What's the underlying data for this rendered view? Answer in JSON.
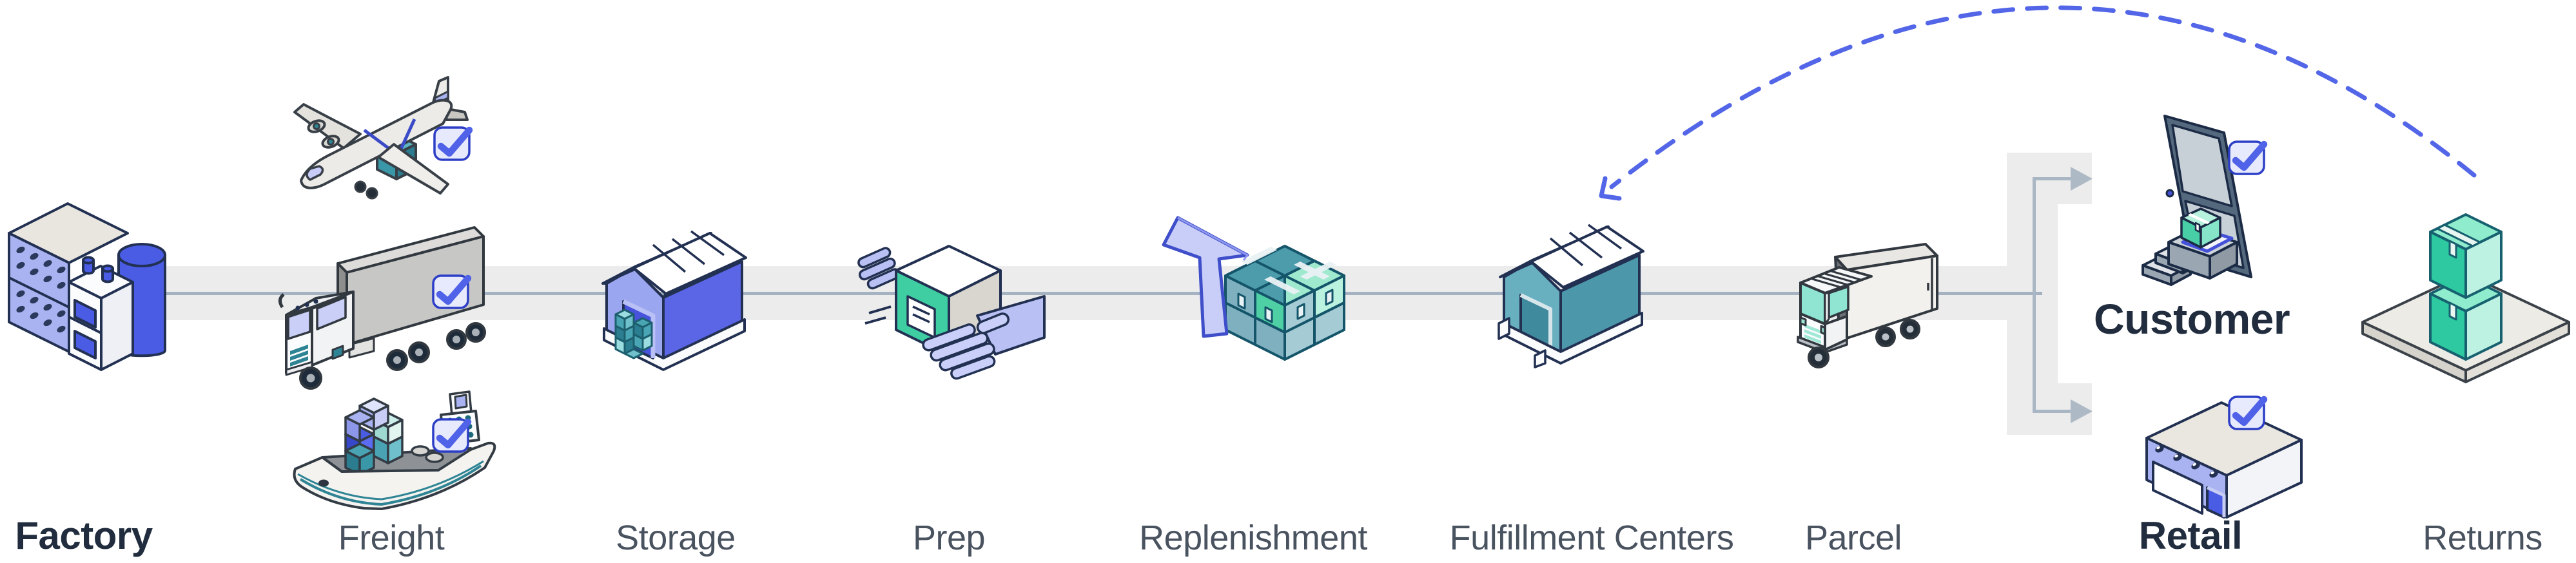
{
  "stages": [
    {
      "label": "Factory",
      "emphasis": true,
      "icon": "factory-icon"
    },
    {
      "label": "Freight",
      "emphasis": false,
      "icon": "freight-air-truck-ship-icons",
      "checkmark_badges": 3
    },
    {
      "label": "Storage",
      "emphasis": false,
      "icon": "storage-warehouse-icon"
    },
    {
      "label": "Prep",
      "emphasis": false,
      "icon": "prep-hands-box-icon"
    },
    {
      "label": "Replenishment",
      "emphasis": false,
      "icon": "replenishment-cursor-boxes-icon"
    },
    {
      "label": "Fulfillment Centers",
      "emphasis": false,
      "icon": "fulfillment-center-warehouse-icon"
    },
    {
      "label": "Parcel",
      "emphasis": false,
      "icon": "parcel-van-icon"
    },
    {
      "label": "Customer",
      "emphasis": true,
      "icon": "customer-doorstep-icon",
      "checkmark_badges": 1
    },
    {
      "label": "Retail",
      "emphasis": true,
      "icon": "retail-store-icon",
      "checkmark_badges": 1
    },
    {
      "label": "Returns",
      "emphasis": false,
      "icon": "returns-pallet-icon"
    }
  ],
  "flow": {
    "main_path": "Factory to Fulfillment Centers to Parcel, forking to Customer and Retail",
    "branch_arrows": [
      "to-customer",
      "to-retail"
    ],
    "return_path": {
      "style": "dashed-arc",
      "from": "Returns",
      "to": "Fulfillment Centers"
    },
    "checkmark_badge_count": 5
  },
  "colors": {
    "background": "#ffffff",
    "band_gray": "#ececec",
    "line_slate": "#a4b2c2",
    "branch_arrow_gray": "#aeb9c6",
    "return_arc_blue": "#5366e8",
    "badge_fill": "#e7eafc",
    "badge_border": "#2c3ec6",
    "check_blue": "#4f62e8",
    "accent_blue": "#4a5ce4",
    "lavender": "#a9b3f1",
    "teal": "#49a3b3",
    "mint_green": "#46cfa5",
    "beige": "#e9e6df",
    "label_dark": "#212d3e",
    "label_gray": "#49525f"
  }
}
